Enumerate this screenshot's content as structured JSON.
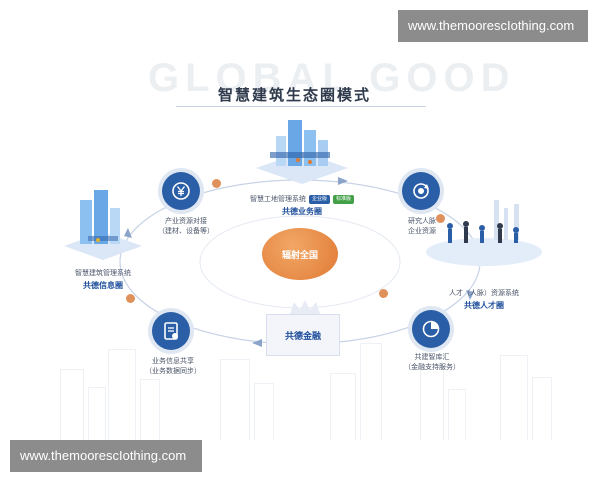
{
  "watermark": {
    "top_text": "www.themoorescIothing.com",
    "bottom_text": "www.themoorescIothing.com"
  },
  "title": {
    "ghost": "GLOBAL GOOD",
    "main": "智慧建筑生态圈模式"
  },
  "center": {
    "label": "辐射全国"
  },
  "nodes": {
    "top": {
      "caption": "智慧工地管理系统",
      "tag_a": "企业版",
      "tag_b": "标准版",
      "title": "共德业务圈"
    },
    "left": {
      "caption": "智慧建筑管理系统",
      "title": "共德信息圈"
    },
    "right": {
      "caption": "人才（人脉）资源系统",
      "title": "共德人才圈"
    },
    "bottom": {
      "label": "共德金融"
    }
  },
  "connectors": {
    "top_left": {
      "icon": "yen-icon",
      "line1": "产业资源对接",
      "line2": "（建材、设备等）"
    },
    "top_right": {
      "icon": "refresh-icon",
      "line1": "研究人脉",
      "line2": "企业资源"
    },
    "bottom_left": {
      "icon": "document-icon",
      "line1": "业务信息共享",
      "line2": "（业务数据同步）"
    },
    "bottom_right": {
      "icon": "pie-chart-icon",
      "line1": "共建智库汇",
      "line2": "（金融支持服务）"
    }
  },
  "colors": {
    "primary_blue": "#2a5ea6",
    "accent_orange": "#e07a35",
    "light_blue": "#dfe7f3"
  }
}
